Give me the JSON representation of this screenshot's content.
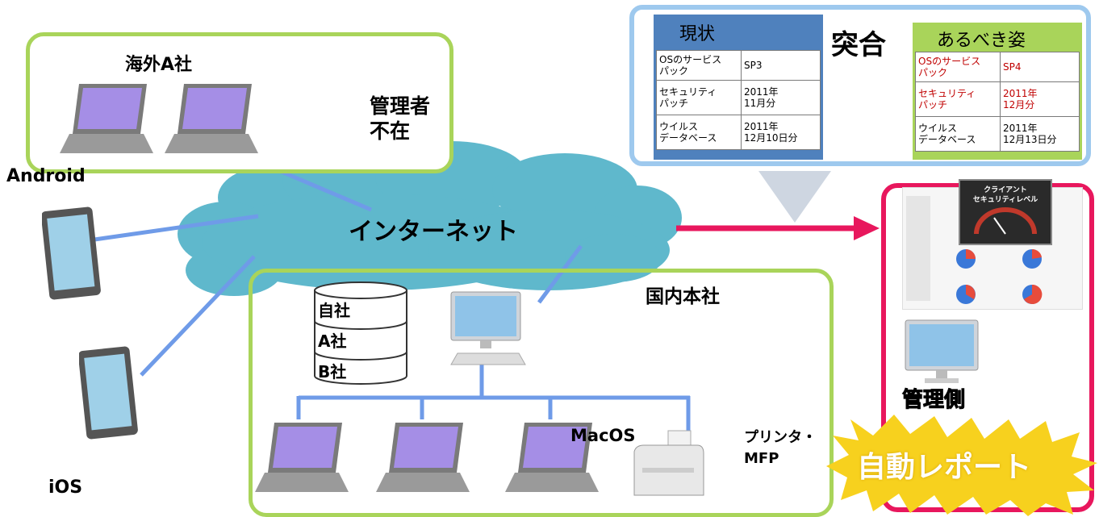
{
  "labels": {
    "overseas": "海外A社",
    "no_admin": "管理者\n不在",
    "android": "Android",
    "ios": "iOS",
    "internet": "インターネット",
    "domestic": "国内本社",
    "db_rows": [
      "自社",
      "A社",
      "B社"
    ],
    "macos": "MacOS",
    "printer": "プリンタ・\nMFP",
    "admin_side": "管理側",
    "auto_report": "自動レポート",
    "collation": "突合"
  },
  "current": {
    "title": "現状",
    "rows": [
      {
        "item": "OSのサービス\nパック",
        "value": "SP3"
      },
      {
        "item": "セキュリティ\nパッチ",
        "value": "2011年\n11月分"
      },
      {
        "item": "ウイルス\nデータベース",
        "value": "2011年\n12月10日分"
      }
    ]
  },
  "ideal": {
    "title": "あるべき姿",
    "rows": [
      {
        "item": "OSのサービス\nパック",
        "value": "SP4",
        "highlight": true
      },
      {
        "item": "セキュリティ\nパッチ",
        "value": "2011年\n12月分",
        "highlight": true
      },
      {
        "item": "ウイルス\nデータベース",
        "value": "2011年\n12月13日分",
        "highlight": false
      }
    ]
  },
  "report": {
    "title": "クライアント\nセキュリティレベル"
  },
  "colors": {
    "green_border": "#a9d45a",
    "blue_border": "#9ec9ee",
    "pink": "#e8175d",
    "cloud": "#5fb8cc",
    "link_line": "#6f9be8",
    "current_header": "#4f81bd",
    "ideal_header": "#a9d45a",
    "burst": "#f7d11e"
  }
}
